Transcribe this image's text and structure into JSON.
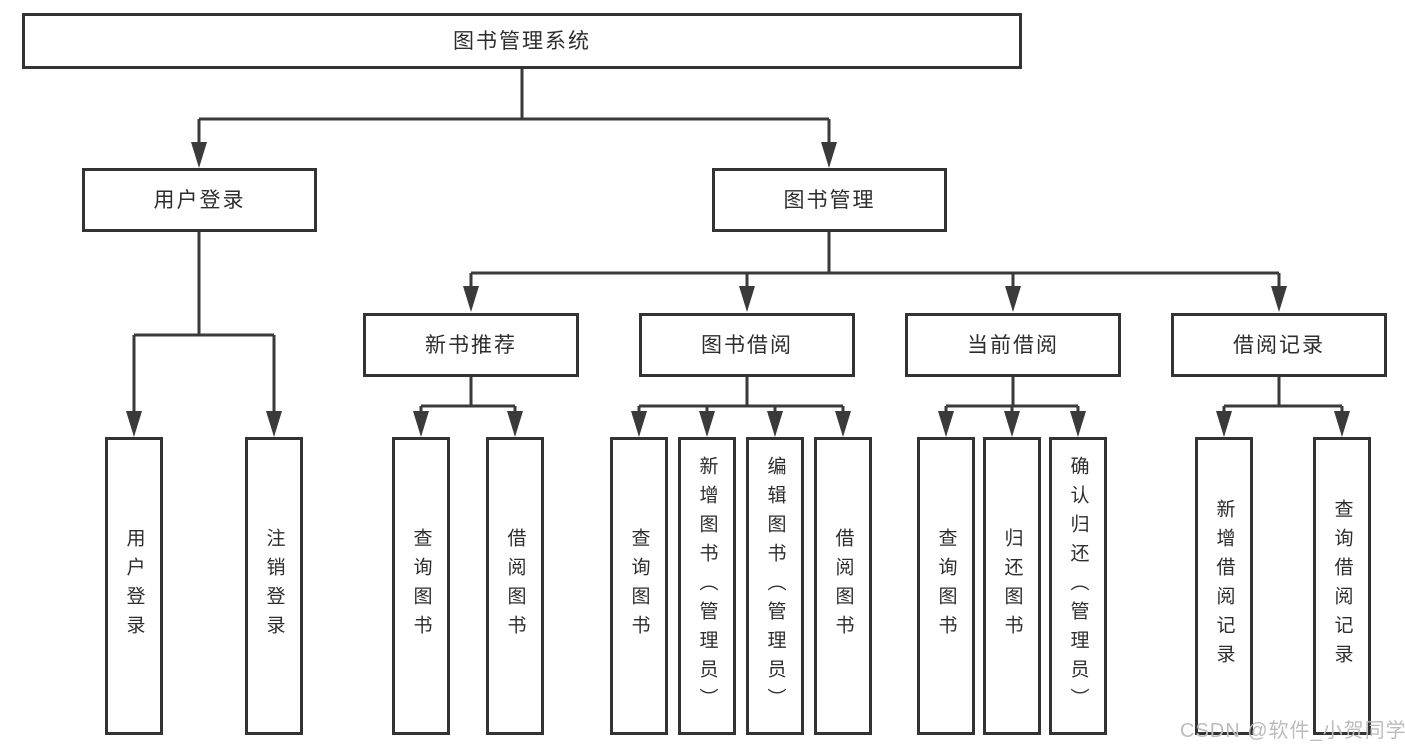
{
  "diagram": {
    "root": {
      "label": "图书管理系统"
    },
    "branches": [
      {
        "label": "用户登录",
        "children": [
          {
            "label": "用户登录"
          },
          {
            "label": "注销登录"
          }
        ]
      },
      {
        "label": "图书管理",
        "children": [
          {
            "label": "新书推荐",
            "children": [
              {
                "label": "查询图书"
              },
              {
                "label": "借阅图书"
              }
            ]
          },
          {
            "label": "图书借阅",
            "children": [
              {
                "label": "查询图书"
              },
              {
                "label": "新增图书（管理员）"
              },
              {
                "label": "编辑图书（管理员）"
              },
              {
                "label": "借阅图书"
              }
            ]
          },
          {
            "label": "当前借阅",
            "children": [
              {
                "label": "查询图书"
              },
              {
                "label": "归还图书"
              },
              {
                "label": "确认归还（管理员）"
              }
            ]
          },
          {
            "label": "借阅记录",
            "children": [
              {
                "label": "新增借阅记录"
              },
              {
                "label": "查询借阅记录"
              }
            ]
          }
        ]
      }
    ]
  },
  "watermark": {
    "text": "CSDN @软件_小贺同学"
  },
  "colors": {
    "line": "#3a3a3a",
    "box_border": "#333333",
    "text": "#2d2d2d",
    "background": "#ffffff",
    "watermark": "#bcbcbc"
  }
}
